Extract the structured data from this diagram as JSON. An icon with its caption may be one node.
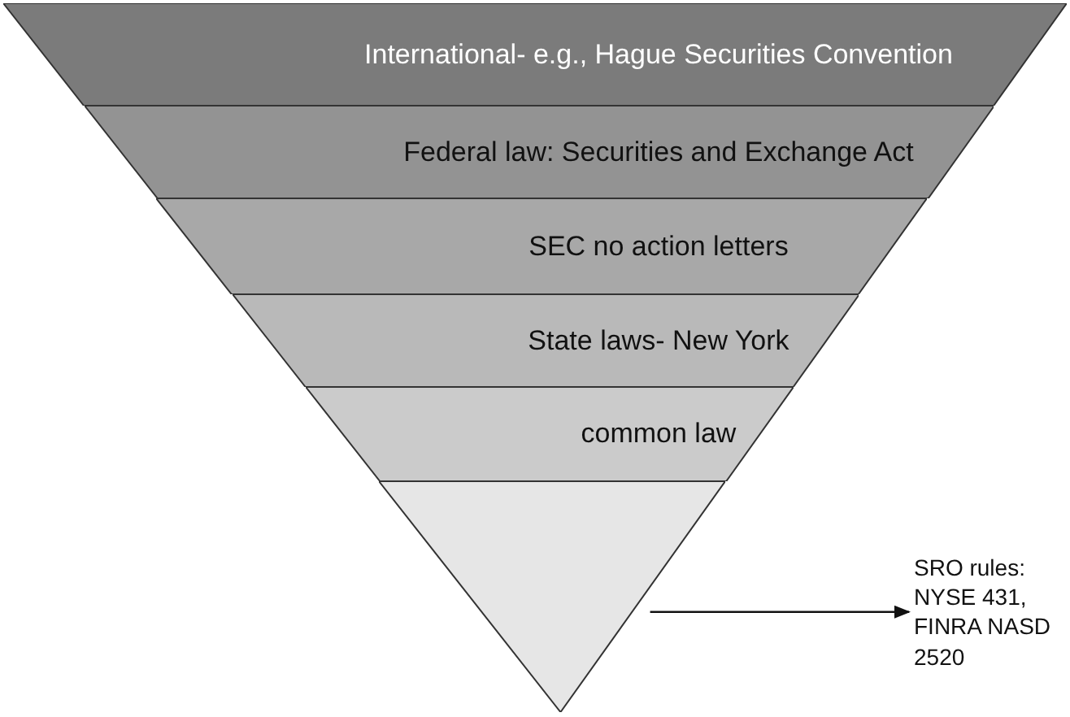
{
  "diagram": {
    "nodes": [
      {
        "text": [
          "International- e.g., Hague Securities Convention"
        ]
      },
      {
        "text": [
          "Federal law: Securities and Exchange Act"
        ]
      },
      {
        "text": [
          "SEC no action letters"
        ]
      },
      {
        "text": [
          "State laws- New York"
        ]
      },
      {
        "text": [
          "common law"
        ]
      },
      {
        "text": [],
        "shape": "triangle"
      },
      {
        "text": [
          "SRO rules: NYSE 431, FINRA NASD 2520"
        ]
      }
    ],
    "edges": [
      {
        "from": 5,
        "to": 6,
        "arrow": "to"
      }
    ]
  }
}
